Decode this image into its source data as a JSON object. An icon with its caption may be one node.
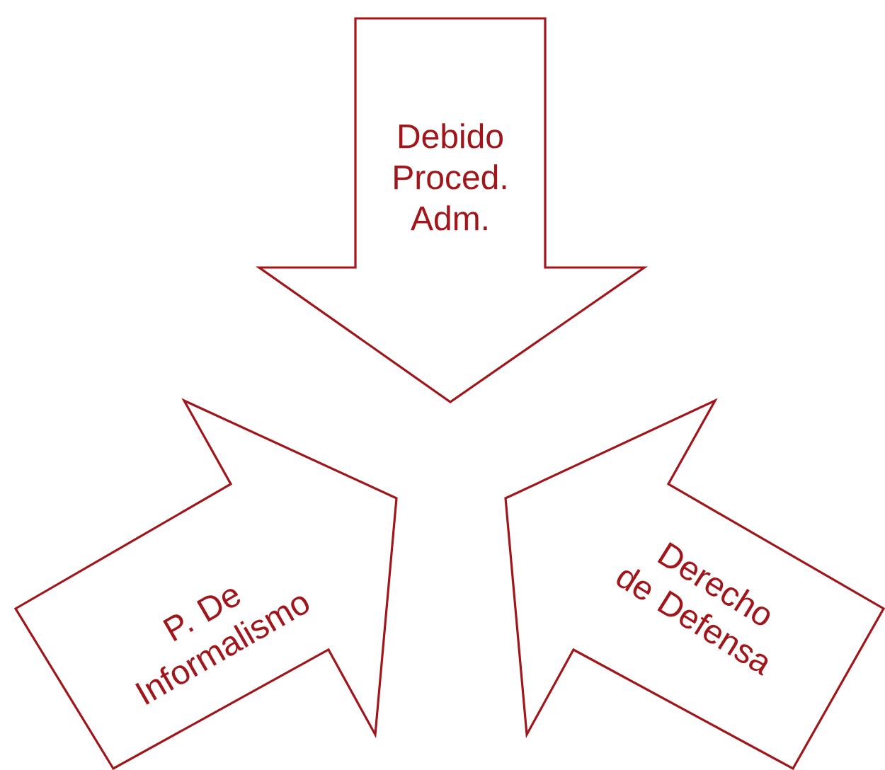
{
  "diagram": {
    "nodes": [
      {
        "text": [
          "Debido Proced. Adm."
        ]
      },
      {
        "text": [
          "P. De Informalismo"
        ]
      },
      {
        "text": [
          "Derecho de Defensa"
        ]
      }
    ]
  }
}
